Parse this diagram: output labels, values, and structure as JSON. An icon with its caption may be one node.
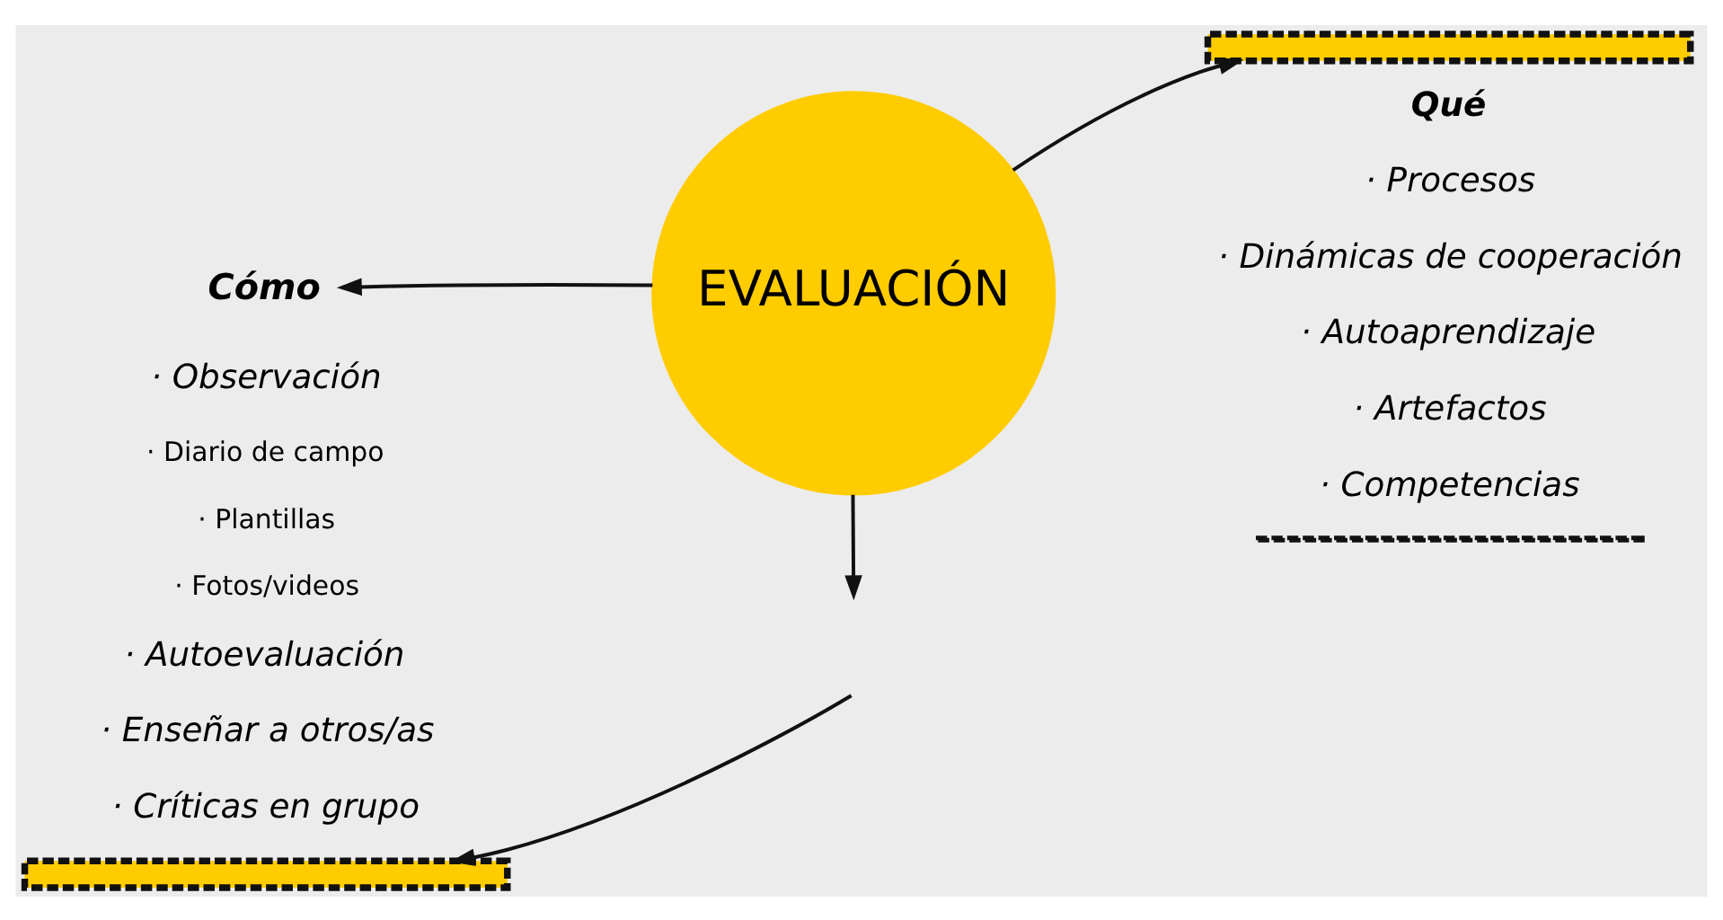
{
  "diagram": {
    "nodes": [
      {
        "text": [
          "EVALUACIÓN"
        ]
      },
      {
        "text": [
          "Cómo"
        ]
      },
      {
        "text": [],
        "shape": "bar"
      },
      {
        "text": [],
        "shape": "bar"
      },
      {
        "text": [],
        "shape": "line"
      }
    ],
    "edges": [
      {
        "from": 0,
        "to": 1,
        "arrow": "to"
      },
      {
        "from": 0,
        "to": 2,
        "arrow": "to"
      },
      {
        "from": 0,
        "to": null,
        "arrow": "to"
      },
      {
        "from": null,
        "to": 3,
        "arrow": "to"
      }
    ],
    "labels": [
      "· Observación",
      "· Diario de campo",
      "· Plantillas",
      "· Fotos/videos",
      "· Autoevaluación",
      "· Enseñar a otros/as",
      "· Críticas en grupo",
      "Qué",
      "· Procesos",
      "· Dinámicas de cooperación",
      "· Autoaprendizaje",
      "· Artefactos",
      "· Competencias"
    ]
  }
}
